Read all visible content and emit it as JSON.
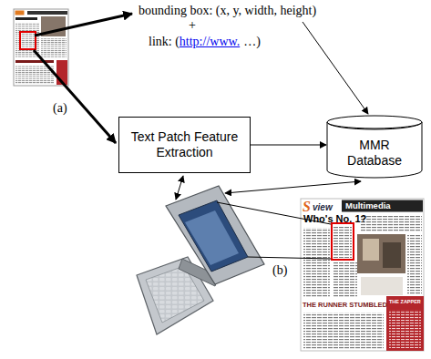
{
  "diagram": {
    "nodes": [
      {
        "text": [
          "Text Patch Feature Extraction"
        ]
      },
      {
        "text": [
          "MMR Database"
        ]
      }
    ],
    "edges": [
      {
        "from": 0,
        "to": 1,
        "arrow": "to"
      }
    ],
    "labels": [
      "bounding box: (x, y, width, height)",
      "+",
      "link: (",
      "http://www.",
      "…)",
      "(a)",
      "(b)",
      "S",
      "view",
      "Multimedia",
      "Who's No. 1?",
      "THE RUNNER STUMBLED",
      "THE ZAPPER"
    ]
  }
}
